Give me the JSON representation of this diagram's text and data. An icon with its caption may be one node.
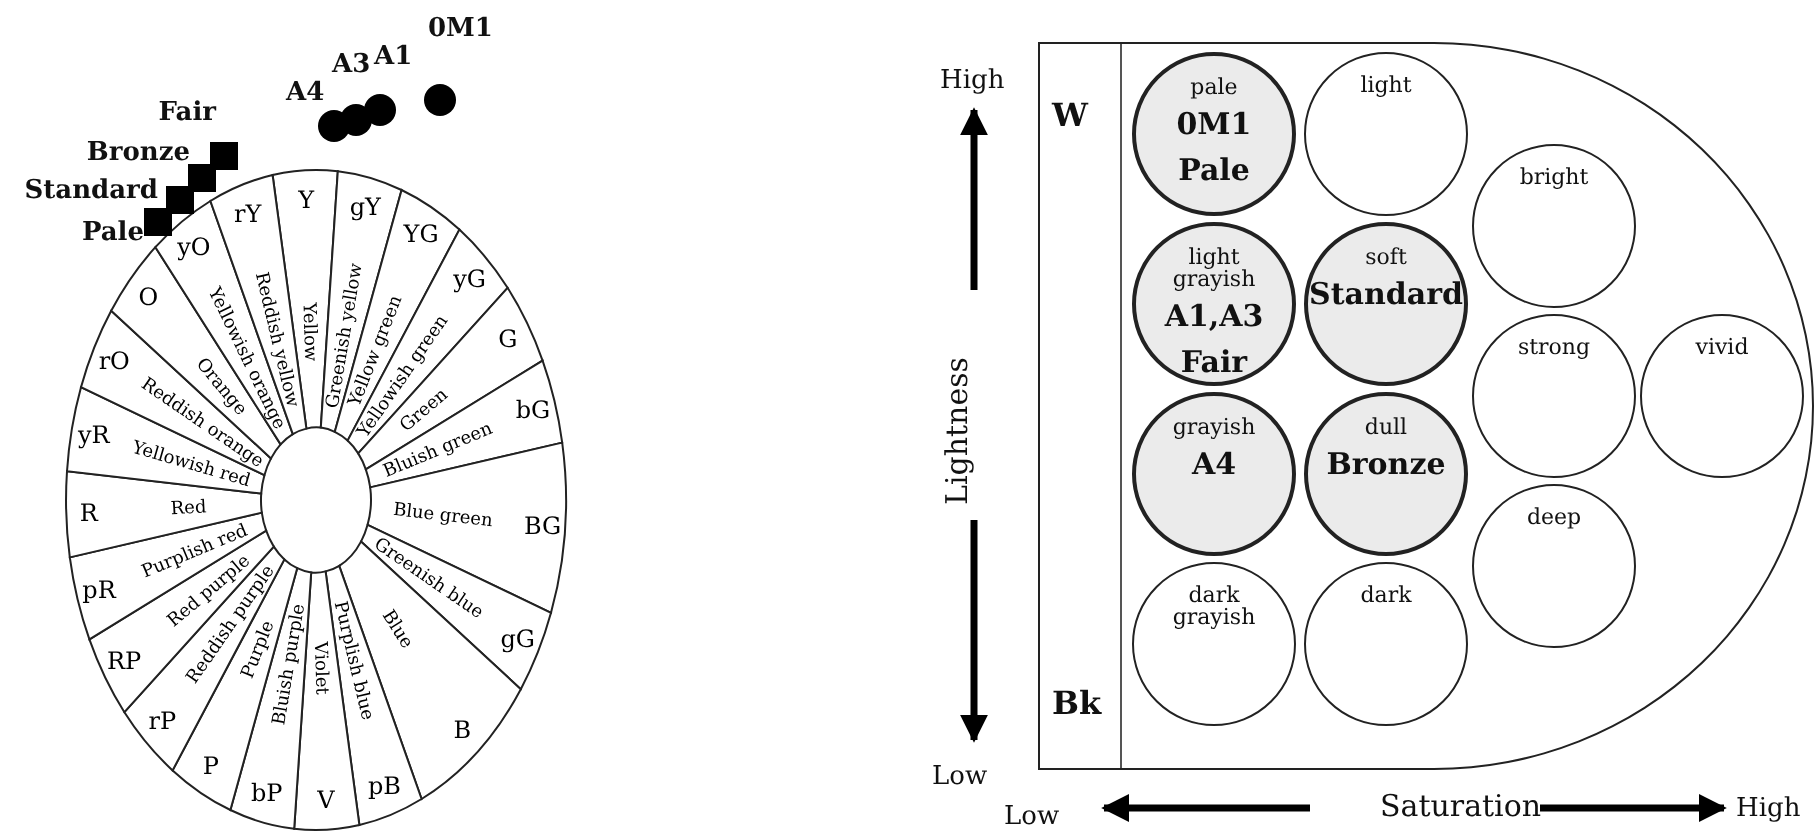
{
  "diagram": {
    "nodes": [
      {
        "text": [
          "Y",
          "Yellow"
        ]
      },
      {
        "text": [
          "gY",
          "Greenish yellow"
        ]
      },
      {
        "text": [
          "YG",
          "Yellow green"
        ]
      },
      {
        "text": [
          "yG",
          "Yellowish green"
        ]
      },
      {
        "text": [
          "G",
          "Green"
        ]
      },
      {
        "text": [
          "bG",
          "Bluish green"
        ]
      },
      {
        "text": [
          "BG",
          "Blue green"
        ]
      },
      {
        "text": [
          "gG",
          "Greenish blue"
        ]
      },
      {
        "text": [
          "B",
          "Blue"
        ]
      },
      {
        "text": [
          "pB",
          "Purplish blue"
        ]
      },
      {
        "text": [
          "V",
          "Violet"
        ]
      },
      {
        "text": [
          "bP",
          "Bluish purple"
        ]
      },
      {
        "text": [
          "P",
          "Purple"
        ]
      },
      {
        "text": [
          "rP",
          "Reddish purple"
        ]
      },
      {
        "text": [
          "RP",
          "Red purple"
        ]
      },
      {
        "text": [
          "pR",
          "Purplish red"
        ]
      },
      {
        "text": [
          "R",
          "Red"
        ]
      },
      {
        "text": [
          "yR",
          "Yellowish red"
        ]
      },
      {
        "text": [
          "rO",
          "Reddish orange"
        ]
      },
      {
        "text": [
          "O",
          "Orange"
        ]
      },
      {
        "text": [
          "yO",
          "Yellowish orange"
        ]
      },
      {
        "text": [
          "rY",
          "Reddish yellow"
        ]
      },
      {
        "text": [],
        "shape": "circle",
        "beside": [
          "A4"
        ]
      },
      {
        "text": [],
        "shape": "circle",
        "beside": [
          "A3"
        ]
      },
      {
        "text": [],
        "shape": "circle",
        "beside": [
          "A1"
        ]
      },
      {
        "text": [],
        "shape": "circle",
        "beside": [
          "0M1"
        ]
      },
      {
        "text": [],
        "shape": "box",
        "beside": [
          "Fair"
        ]
      },
      {
        "text": [],
        "shape": "box",
        "beside": [
          "Bronze"
        ]
      },
      {
        "text": [],
        "shape": "box",
        "beside": [
          "Standard"
        ]
      },
      {
        "text": [],
        "shape": "box",
        "beside": [
          "Pale"
        ]
      },
      {
        "text": [],
        "shape": "box"
      },
      {
        "text": [
          "W",
          "Bk"
        ],
        "in": 30
      },
      {
        "text": [
          "pale",
          "0M1",
          "Pale"
        ],
        "in": 30
      },
      {
        "text": [
          "light grayish",
          "A1,A3",
          "Fair"
        ],
        "in": 30
      },
      {
        "text": [
          "grayish",
          "A4"
        ],
        "in": 30
      },
      {
        "text": [
          "dark grayish"
        ],
        "in": 30
      },
      {
        "text": [
          "light"
        ],
        "in": 30
      },
      {
        "text": [
          "soft",
          "Standard"
        ],
        "in": 30
      },
      {
        "text": [
          "dull",
          "Bronze"
        ],
        "in": 30
      },
      {
        "text": [
          "dark"
        ],
        "in": 30
      },
      {
        "text": [
          "bright"
        ],
        "in": 30
      },
      {
        "text": [
          "strong"
        ],
        "in": 30
      },
      {
        "text": [
          "deep"
        ],
        "in": 30
      },
      {
        "text": [
          "vivid"
        ],
        "in": 30
      }
    ],
    "labels": [
      "High",
      "Lightness",
      "Low",
      "Low",
      "Saturation",
      "High"
    ]
  }
}
